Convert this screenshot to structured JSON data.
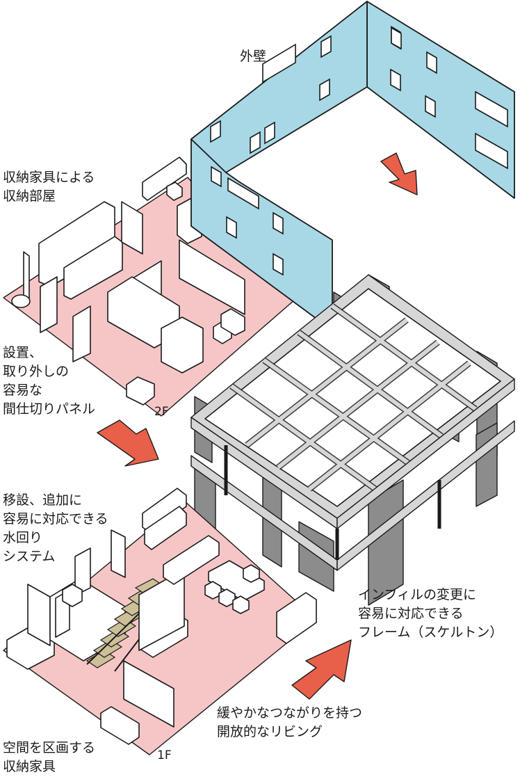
{
  "labels": {
    "outer_wall": "外壁",
    "storage_room": [
      "収納家具による",
      "収納部屋"
    ],
    "partition": [
      "設置、",
      "取り外しの",
      "容易な",
      "間仕切りパネル"
    ],
    "floor_2f": "2F",
    "water_system": [
      "移設、追加に",
      "容易に対応できる",
      "水回り",
      "システム"
    ],
    "skeleton": [
      "インフィルの変更に",
      "容易に対応できる",
      "フレーム（スケルトン）"
    ],
    "living": [
      "緩やかなつながりを持つ",
      "開放的なリビング"
    ],
    "storage_furniture": [
      "空間を区画する",
      "収納家具"
    ],
    "floor_1f": "1F"
  },
  "colors": {
    "floor_pink": "#f6c6c6",
    "wall_blue": "#a8d8e6",
    "frame_gray": "#8c8c8c",
    "arrow_red": "#e8604a"
  }
}
